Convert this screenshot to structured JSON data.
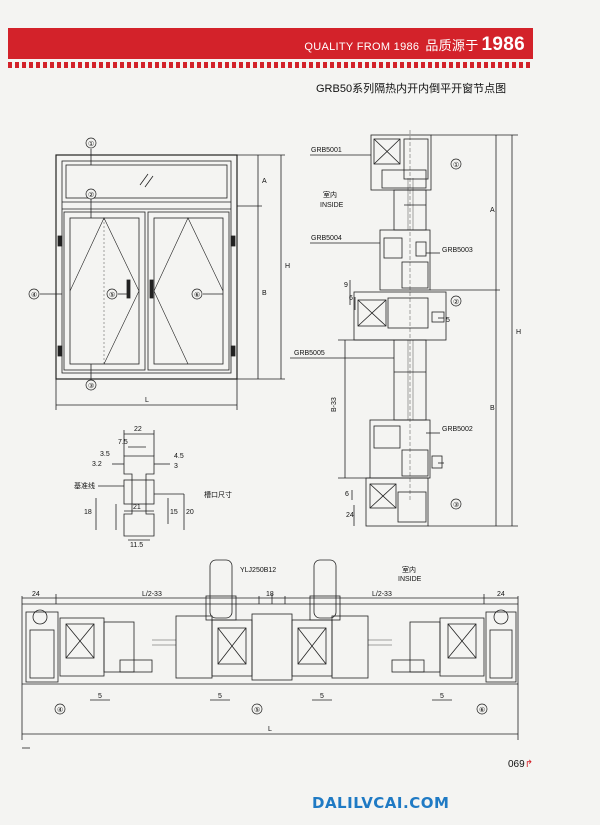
{
  "header": {
    "brand_en": "QUALITY FROM 1986",
    "brand_cn": "品质源于",
    "brand_year": "1986"
  },
  "doc_title": "GRB50系列隔热内开内倒平开窗节点图",
  "elevation": {
    "circles": [
      "①",
      "②",
      "③",
      "④",
      "⑤",
      "⑥"
    ],
    "dims": {
      "A": "A",
      "B": "B",
      "H": "H",
      "L": "L"
    }
  },
  "section": {
    "profiles": [
      "GRB5001",
      "GRB5004",
      "GRB5003",
      "GRB5005",
      "GRB5002"
    ],
    "inside_cn": "室内",
    "inside_en": "INSIDE",
    "circles": [
      "①",
      "②",
      "③"
    ],
    "dims": {
      "A": "A",
      "H": "H",
      "B": "B",
      "B33": "B-33",
      "d9": "9",
      "d6": "6",
      "d5": "5",
      "d24": "24",
      "d6b": "6"
    }
  },
  "detail": {
    "dims": [
      "22",
      "7.5",
      "4.5",
      "3.5",
      "3.2",
      "3",
      "18",
      "21",
      "15",
      "20",
      "11.5"
    ],
    "ref_line": "基准线",
    "opening_size": "槽口尺寸"
  },
  "horizontal": {
    "dims": {
      "d24a": "24",
      "L233a": "L/2-33",
      "d18": "18",
      "L233b": "L/2-33",
      "d24b": "24",
      "d5a": "5",
      "d5b": "5",
      "d5c": "5",
      "d5d": "5",
      "L": "L"
    },
    "handle": "YLJ250B12",
    "inside_cn": "室内",
    "inside_en": "INSIDE",
    "circles": [
      "④",
      "⑤",
      "⑥"
    ]
  },
  "page_number": "069",
  "watermark": "DALILVCAI.COM",
  "colors": {
    "banner": "#d3222a",
    "watermark": "#1f7ac4",
    "ink": "#222222"
  }
}
